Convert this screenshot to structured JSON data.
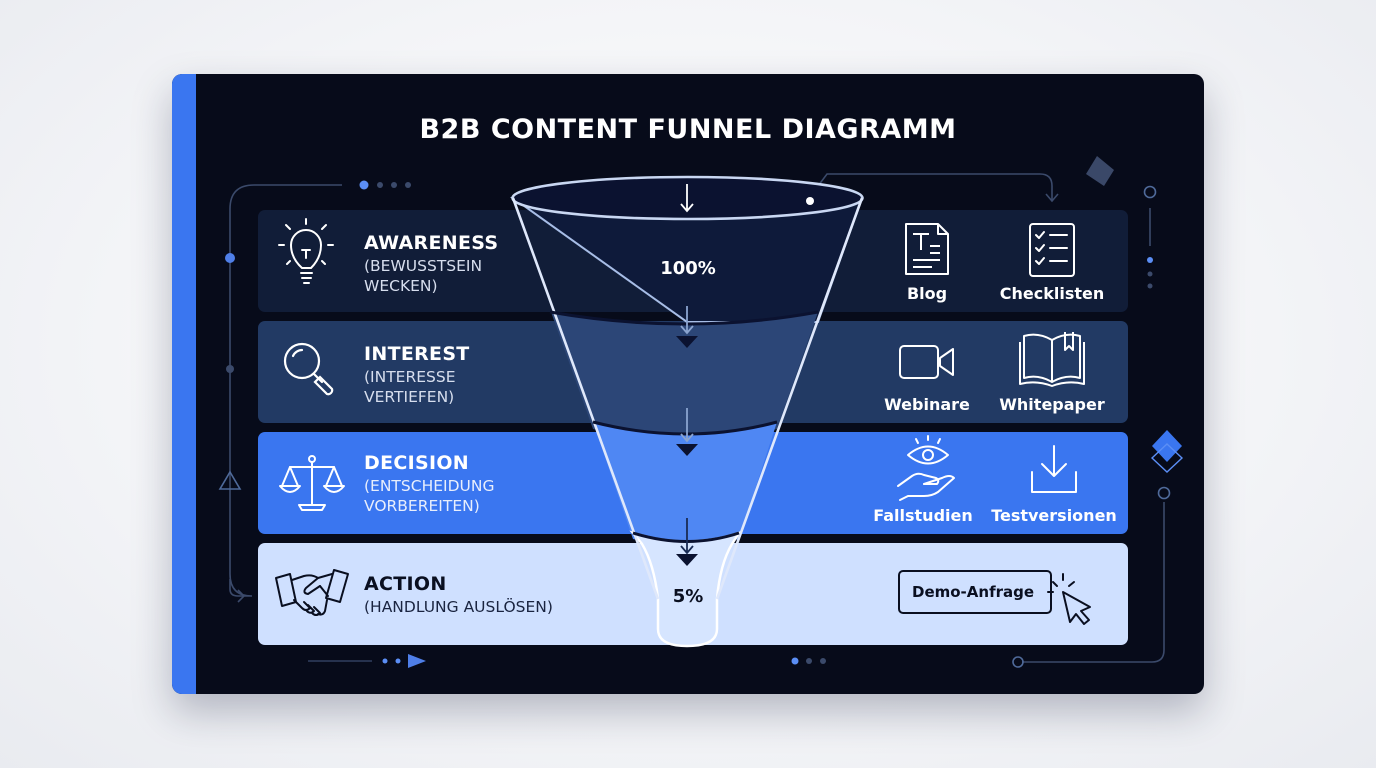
{
  "title": "B2B CONTENT FUNNEL DIAGRAMM",
  "colors": {
    "accent": "#3a76f0",
    "card_bg": "#070b1a",
    "awareness": "#111d38",
    "interest": "#223a64",
    "decision": "#3a76f0",
    "action": "#cfe0ff"
  },
  "stages": [
    {
      "title": "AWARENESS",
      "subtitle": [
        "(BEWUSSTSEIN",
        "WECKEN)"
      ],
      "icon": "lightbulb-icon",
      "percent": "100%",
      "resources": [
        {
          "label": "Blog",
          "icon": "document-icon"
        },
        {
          "label": "Checklisten",
          "icon": "checklist-icon"
        }
      ]
    },
    {
      "title": "INTEREST",
      "subtitle": [
        "(INTERESSE",
        "VERTIEFEN)"
      ],
      "icon": "magnifier-icon",
      "percent": "",
      "resources": [
        {
          "label": "Webinare",
          "icon": "video-camera-icon"
        },
        {
          "label": "Whitepaper",
          "icon": "book-icon"
        }
      ]
    },
    {
      "title": "DECISION",
      "subtitle": [
        "(ENTSCHEIDUNG",
        "VORBEREITEN)"
      ],
      "icon": "scales-icon",
      "percent": "",
      "resources": [
        {
          "label": "Fallstudien",
          "icon": "eye-hand-icon"
        },
        {
          "label": "Testversionen",
          "icon": "download-icon"
        }
      ]
    },
    {
      "title": "ACTION",
      "subtitle": [
        "(HANDLUNG AUSLÖSEN)"
      ],
      "icon": "handshake-icon",
      "percent": "5%",
      "cta": {
        "label": "Demo-Anfrage",
        "icon": "cursor-click-icon"
      }
    }
  ]
}
